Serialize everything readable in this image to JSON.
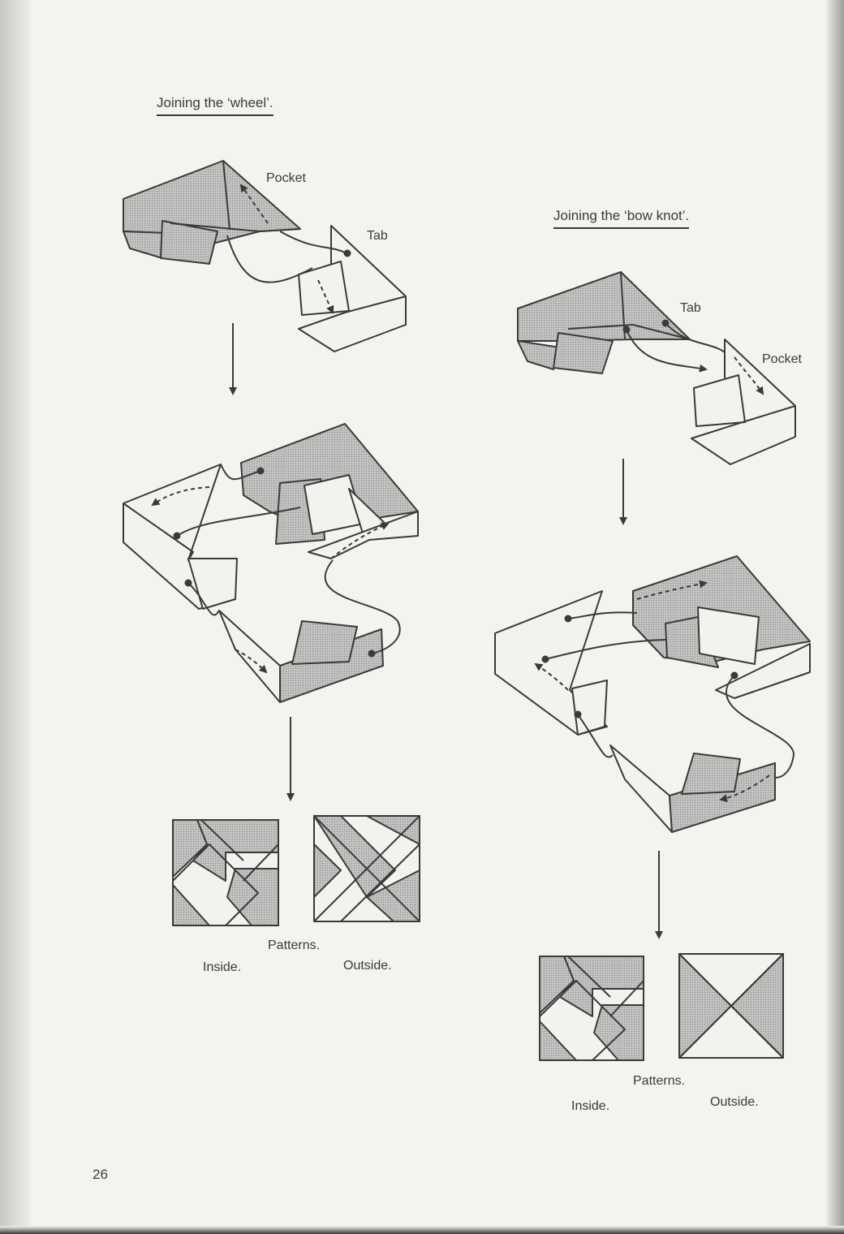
{
  "left": {
    "heading": "Joining the ‘wheel’.",
    "label_pocket": "Pocket",
    "label_tab": "Tab",
    "patterns_caption": "Patterns.",
    "inside_label": "Inside.",
    "outside_label": "Outside."
  },
  "right": {
    "heading": "Joining the ‘bow knot’.",
    "label_tab": "Tab",
    "label_pocket": "Pocket",
    "patterns_caption": "Patterns.",
    "inside_label": "Inside.",
    "outside_label": "Outside."
  },
  "page_number": "26",
  "colors": {
    "shade": "#bdbdbd",
    "light": "#f2f2ee",
    "ink": "#3a3a3a"
  }
}
